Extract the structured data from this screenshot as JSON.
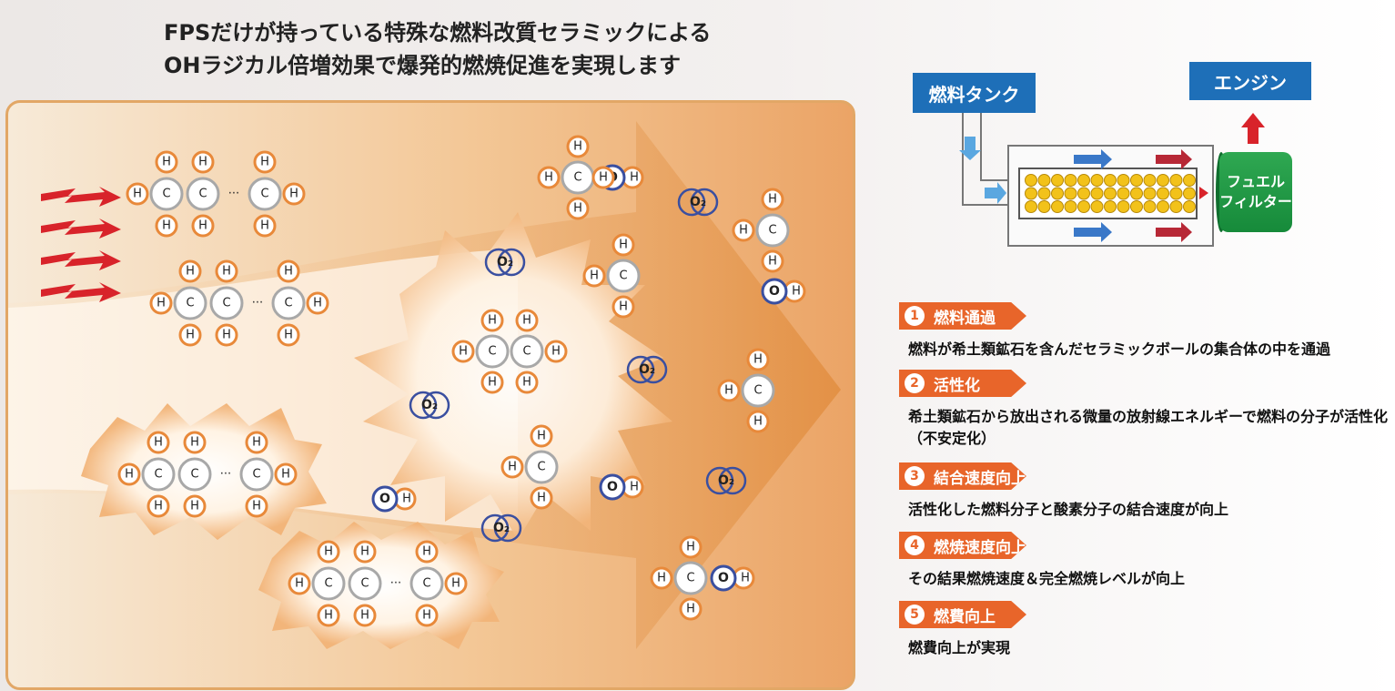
{
  "headline": {
    "line1": "FPSだけが持っている特殊な燃料改質セラミックによる",
    "line2": "OHラジカル倍増効果で爆発的燃焼促進を実現します"
  },
  "atoms": {
    "h": "H",
    "c": "C",
    "o": "O",
    "o2": "O₂",
    "dots": "···"
  },
  "flow": {
    "tank": "燃料タンク",
    "engine": "エンジン",
    "filter_line1": "フュエル",
    "filter_line2": "フィルター"
  },
  "steps": [
    {
      "num": "1",
      "title": "燃料通過",
      "desc": "燃料が希土類鉱石を含んだセラミックボールの集合体の中を通過"
    },
    {
      "num": "2",
      "title": "活性化",
      "desc": "希土類鉱石から放出される微量の放射線エネルギーで燃料の分子が活性化（不安定化）"
    },
    {
      "num": "3",
      "title": "結合速度向上",
      "desc": "活性化した燃料分子と酸素分子の結合速度が向上"
    },
    {
      "num": "4",
      "title": "燃焼速度向上",
      "desc": "その結果燃焼速度＆完全燃焼レベルが向上"
    },
    {
      "num": "5",
      "title": "燃費向上",
      "desc": "燃費向上が実現"
    }
  ],
  "colors": {
    "accent_orange": "#e8652a",
    "label_blue": "#1e6fb8",
    "filter_green": "#168a3a",
    "arrow_red": "#d8232a",
    "o2_ring": "#3a4fa0"
  }
}
